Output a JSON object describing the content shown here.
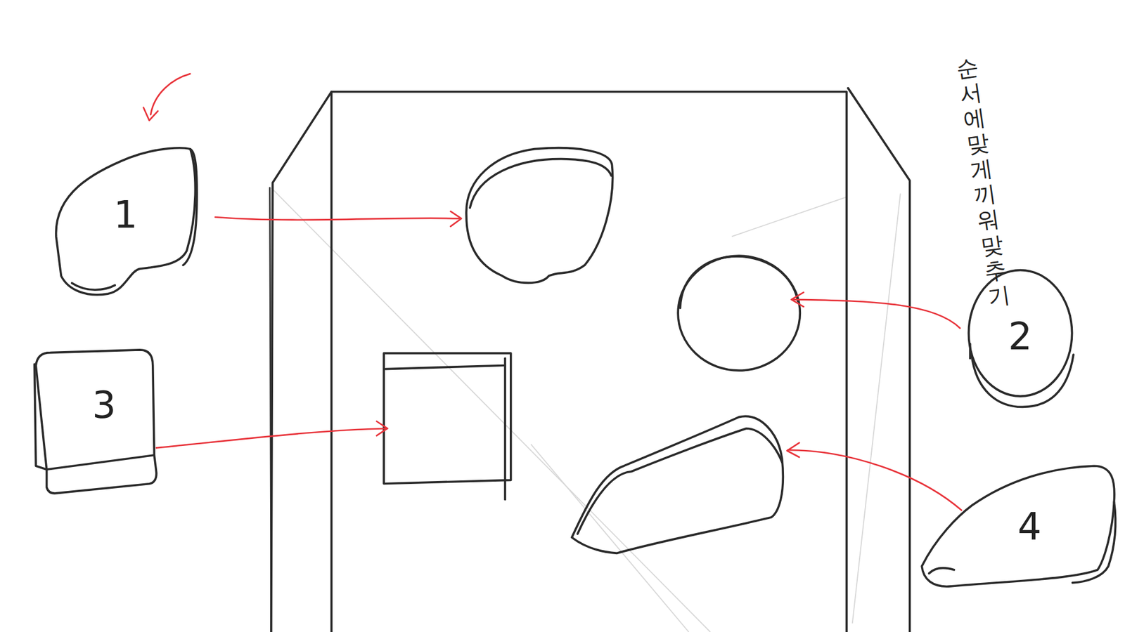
{
  "diagram": {
    "nodes": [
      {
        "text": [
          "1"
        ]
      },
      {
        "text": [
          "2"
        ]
      },
      {
        "text": [
          "3"
        ]
      },
      {
        "text": [
          "4"
        ]
      }
    ],
    "labels": [
      "순서에 맞게 끼워맞추기"
    ]
  }
}
